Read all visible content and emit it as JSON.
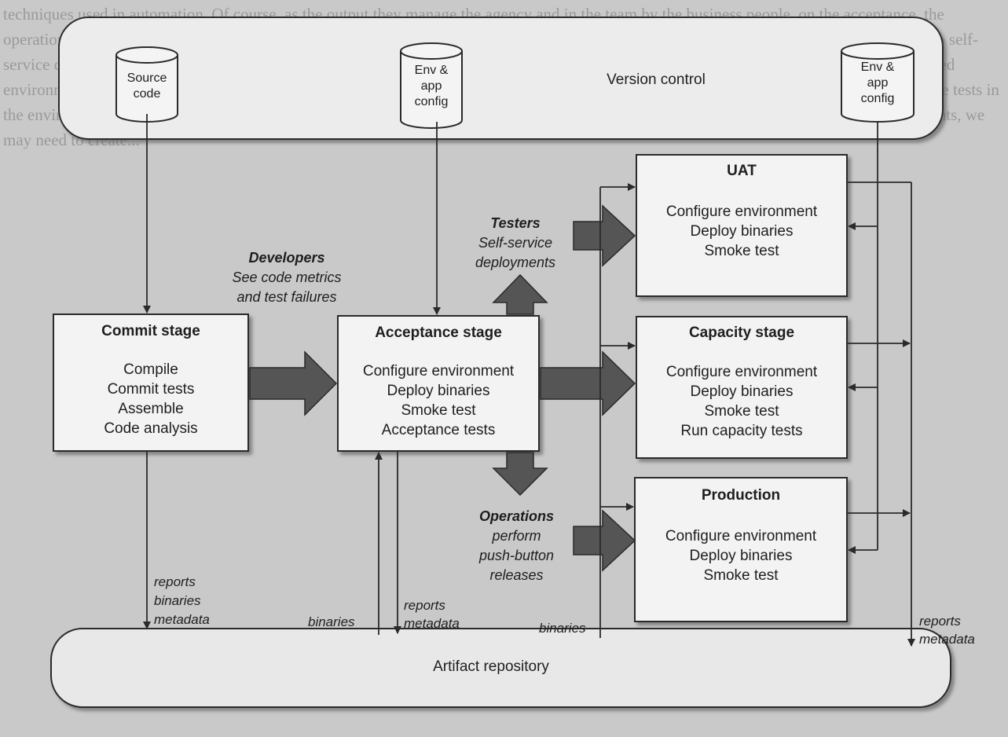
{
  "background_text": "techniques used in automation. Of course, as the output they manage the agency and in the team by the business people, on the acceptance, the operations, the deploy or performing the release. They should be able to see which of the previous two stages each build passed, and be able to self-service deploy, and the commands on those builds. They should then be able to select an application to deploy the selected build into the desired environment. For example, tester in the testing environment, the team the environment that the environment may be a group of user-acceptance tests in the environment. For example, the operations team will likely want to be the only one with the ability to deploy to production. For environments, we may need to create...",
  "version_control": {
    "label": "Version control",
    "cylinders": [
      {
        "lines": [
          "Source",
          "code"
        ]
      },
      {
        "lines": [
          "Env &",
          "app",
          "config"
        ]
      },
      {
        "lines": [
          "Env &",
          "app",
          "config"
        ]
      }
    ]
  },
  "artifact_repository": {
    "label": "Artifact repository"
  },
  "stages": {
    "commit": {
      "title": "Commit stage",
      "lines": [
        "Compile",
        "Commit tests",
        "Assemble",
        "Code analysis"
      ]
    },
    "acceptance": {
      "title": "Acceptance stage",
      "lines": [
        "Configure environment",
        "Deploy binaries",
        "Smoke test",
        "Acceptance tests"
      ]
    },
    "uat": {
      "title": "UAT",
      "lines": [
        "Configure environment",
        "Deploy binaries",
        "Smoke test"
      ]
    },
    "capacity": {
      "title": "Capacity stage",
      "lines": [
        "Configure environment",
        "Deploy binaries",
        "Smoke test",
        "Run capacity tests"
      ]
    },
    "production": {
      "title": "Production",
      "lines": [
        "Configure environment",
        "Deploy binaries",
        "Smoke test"
      ]
    }
  },
  "roles": {
    "developers": {
      "title": "Developers",
      "lines": [
        "See code metrics",
        "and test failures"
      ]
    },
    "testers": {
      "title": "Testers",
      "lines": [
        "Self-service",
        "deployments"
      ]
    },
    "operations": {
      "title": "Operations",
      "lines": [
        "perform",
        "push-button",
        "releases"
      ]
    }
  },
  "flow_labels": {
    "commit_reports": [
      "reports",
      "binaries",
      "metadata"
    ],
    "acceptance_binaries": "binaries",
    "acceptance_reports": [
      "reports",
      "metadata"
    ],
    "right_binaries": "binaries",
    "right_reports": [
      "reports",
      "metadata"
    ]
  }
}
